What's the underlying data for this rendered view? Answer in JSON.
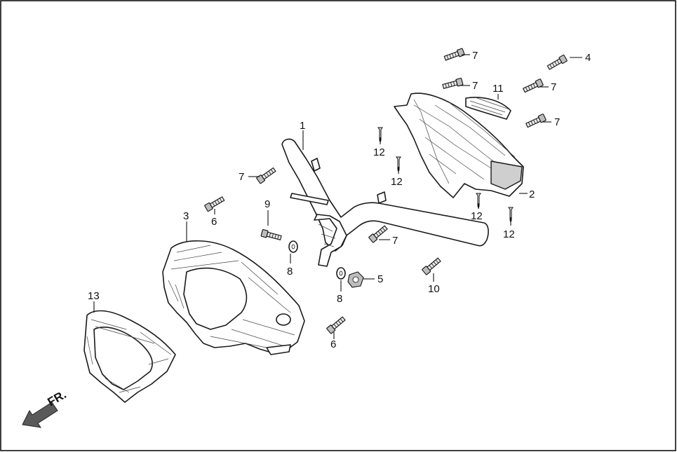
{
  "callouts": {
    "c1": "1",
    "c2": "2",
    "c3": "3",
    "c4": "4",
    "c5": "5",
    "c6a": "6",
    "c6b": "6",
    "c7a": "7",
    "c7b": "7",
    "c7c": "7",
    "c7d": "7",
    "c7e": "7",
    "c7f": "7",
    "c8a": "8",
    "c8b": "8",
    "c9": "9",
    "c10": "10",
    "c11": "11",
    "c12a": "12",
    "c12b": "12",
    "c12c": "12",
    "c12d": "12",
    "c13": "13"
  },
  "direction": {
    "label": "FR."
  },
  "icons": {
    "front_arrow": "front-direction-arrow-icon"
  },
  "colors": {
    "line": "#1a1a1a",
    "background": "#ffffff",
    "arrow": "#5a5a5a"
  }
}
